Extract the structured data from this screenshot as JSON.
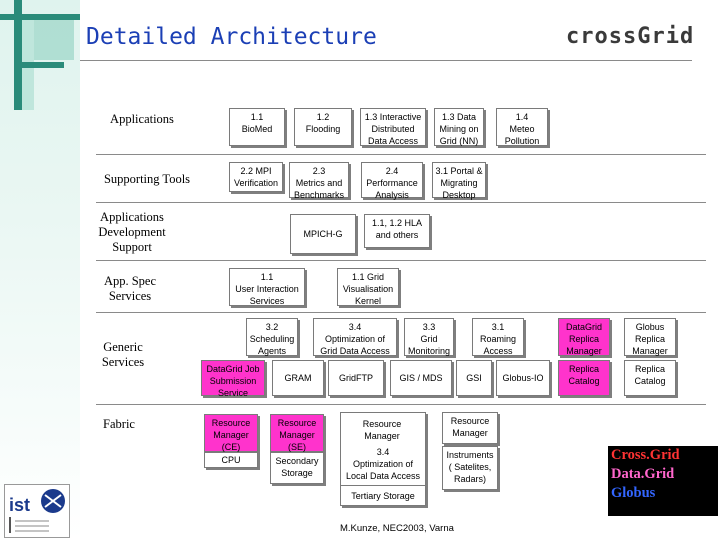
{
  "title": "Detailed Architecture",
  "logo_text": "crossGrid",
  "logo_ist_text": "ist",
  "footer": "M.Kunze, NEC2003, Varna",
  "colors": {
    "title": "#1b3fb5",
    "magenta": "#ff33cc",
    "legend_bg": "#000000",
    "crossgrid": "#ff3333",
    "datagrid": "#ff66cc",
    "globus": "#3366ff"
  },
  "rows": {
    "applications": "Applications",
    "supporting_tools": "Supporting Tools",
    "app_dev_support": "Applications\nDevelopment\nSupport",
    "app_spec_services": "App. Spec\nServices",
    "generic_services": "Generic\nServices",
    "fabric": "Fabric"
  },
  "boxes": {
    "b11": "1.1\nBioMed",
    "b12": "1.2\nFlooding",
    "b13i": "1.3 Interactive\nDistributed\nData Access",
    "b13d": "1.3 Data\nMining on\nGrid (NN)",
    "b14": "1.4\nMeteo\nPollution",
    "b22": "2.2 MPI\nVerification",
    "b23": "2.3\nMetrics and\nBenchmarks",
    "b24": "2.4\nPerformance\nAnalysis",
    "b31": "3.1 Portal &\nMigrating\nDesktop",
    "mpich": "MPICH-G",
    "hla": "1.1, 1.2 HLA\nand others",
    "ui": "1.1\nUser Interaction\nServices",
    "vis": "1.1 Grid\nVisualisation\nKernel",
    "sched": "3.2\nScheduling\nAgents",
    "opt": "3.4\nOptimization of\nGrid Data Access",
    "mon": "3.3\nGrid\nMonitoring",
    "roam": "3.1\nRoaming\nAccess",
    "dgrm": "DataGrid\nReplica\nManager",
    "grm": "Globus\nReplica\nManager",
    "dgjob": "DataGrid Job\nSubmission\nService",
    "gram": "GRAM",
    "gridftp": "GridFTP",
    "gis": "GIS / MDS",
    "gsi": "GSI",
    "gio": "Globus-IO",
    "rc1": "Replica\nCatalog",
    "rc2": "Replica\nCatalog",
    "rmce": "Resource\nManager\n(CE)",
    "cpu": "CPU",
    "rmse": "Resource\nManager\n(SE)",
    "secstor": "Secondary\nStorage",
    "rm3": "Resource\nManager",
    "opt_local": "3.4\nOptimization of\nLocal Data Access",
    "tertiary": "Tertiary Storage",
    "rm4": "Resource\nManager",
    "instr": "Instruments\n( Satelites,\nRadars)"
  },
  "legend": {
    "crossgrid": "Cross.Grid",
    "datagrid": "Data.Grid",
    "globus": "Globus"
  }
}
